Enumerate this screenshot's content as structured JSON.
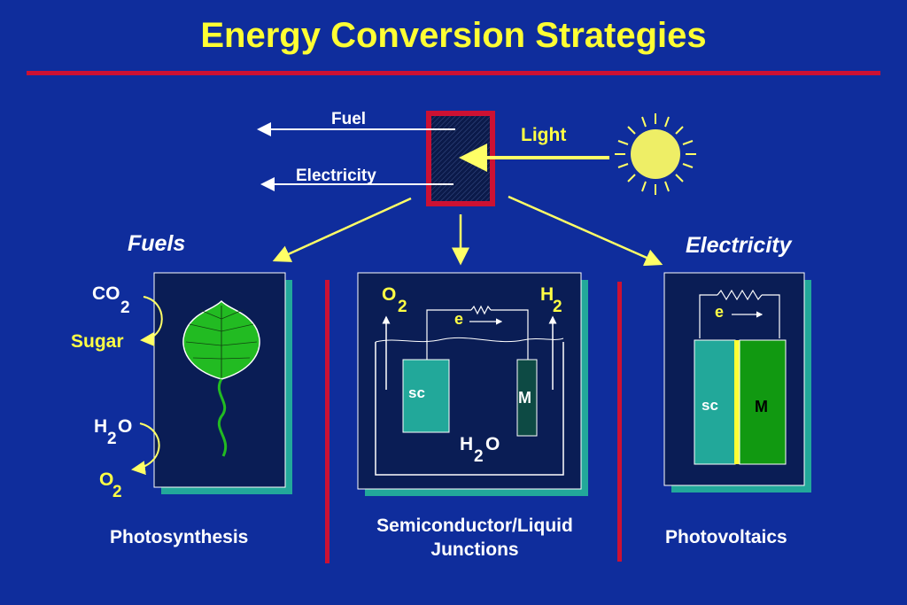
{
  "title": "Energy Conversion Strategies",
  "top": {
    "fuel": "Fuel",
    "electricity": "Electricity",
    "light": "Light"
  },
  "branches": {
    "fuels": "Fuels",
    "electricity": "Electricity"
  },
  "photosynthesis": {
    "co": "CO",
    "co_sub": "2",
    "sugar": "Sugar",
    "h": "H",
    "h_sub": "2",
    "o": "O",
    "o2": "O",
    "o2_sub": "2",
    "caption": "Photosynthesis"
  },
  "sclj": {
    "o2": "O",
    "o2_sub": "2",
    "h2": "H",
    "h2_sub": "2",
    "e": "e",
    "sc": "sc",
    "m": "M",
    "water_h": "H",
    "water_sub": "2",
    "water_o": "O",
    "caption_line1": "Semiconductor/Liquid",
    "caption_line2": "Junctions"
  },
  "pv": {
    "e": "e",
    "sc": "sc",
    "m": "M",
    "caption": "Photovoltaics"
  },
  "colors": {
    "background": "#0f2d9c",
    "title": "#ffff33",
    "divider": "#cc1133",
    "panel": "#0a1d55",
    "panel_shadow": "#22a89a",
    "arrow": "#ffff66"
  }
}
